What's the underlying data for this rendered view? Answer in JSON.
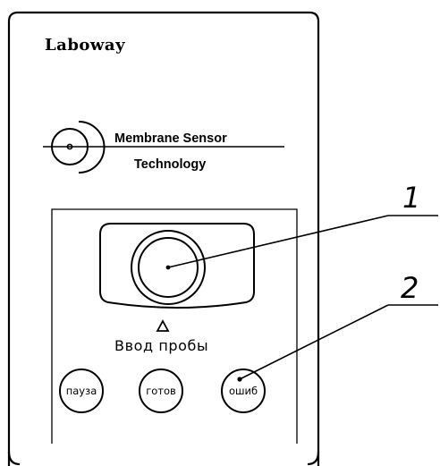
{
  "device": {
    "brand": "Laboway",
    "sensor_label_line1": "Membrane Sensor",
    "sensor_label_line2": "Technology",
    "sample_input_label": "Ввод пробы",
    "buttons": [
      {
        "label": "пауза"
      },
      {
        "label": "готов"
      },
      {
        "label": "ошиб"
      }
    ]
  },
  "callouts": [
    {
      "number": "1"
    },
    {
      "number": "2"
    }
  ]
}
